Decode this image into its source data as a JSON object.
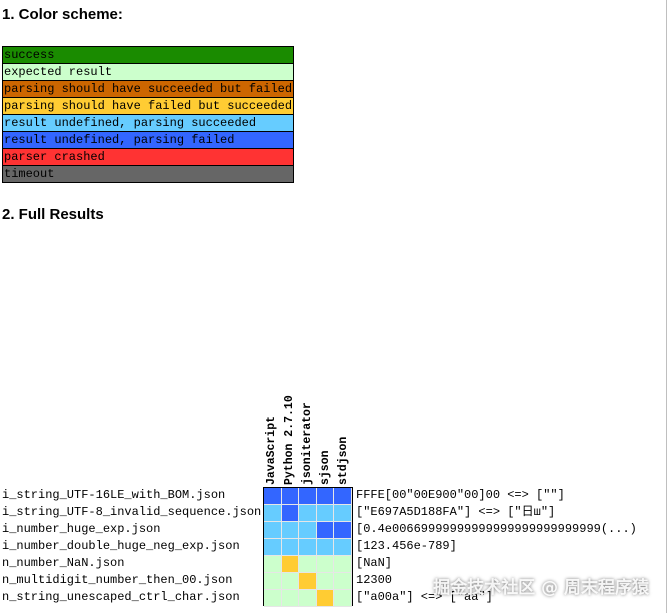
{
  "headings": {
    "color_scheme": "1. Color scheme:",
    "full_results": "2. Full Results"
  },
  "legend": [
    {
      "label": "success",
      "color": "#1a8b00"
    },
    {
      "label": "expected result",
      "color": "#ccffcc"
    },
    {
      "label": "parsing should have succeeded but failed",
      "color": "#cc6600"
    },
    {
      "label": "parsing should have failed but succeeded",
      "color": "#ffcc33"
    },
    {
      "label": "result undefined, parsing succeeded",
      "color": "#66ccff"
    },
    {
      "label": "result undefined, parsing failed",
      "color": "#3366ff"
    },
    {
      "label": "parser crashed",
      "color": "#ff3333"
    },
    {
      "label": "timeout",
      "color": "#666666"
    }
  ],
  "parsers": [
    "JavaScript",
    "Python 2.7.10",
    "jsoniterator",
    "sjson",
    "stdjson"
  ],
  "rows": [
    {
      "file": "i_string_UTF-16LE_with_BOM.json",
      "result": "FFFE[00\"00E900\"00]00 <=> [\"\"]",
      "cells": [
        "#3366ff",
        "#3366ff",
        "#3366ff",
        "#3366ff",
        "#3366ff"
      ]
    },
    {
      "file": "i_string_UTF-8_invalid_sequence.json",
      "result": "[\"E697A5D188FA\"] <=> [\"日ш\"]",
      "cells": [
        "#66ccff",
        "#3366ff",
        "#66ccff",
        "#66ccff",
        "#66ccff"
      ]
    },
    {
      "file": "i_number_huge_exp.json",
      "result": "[0.4e00669999999999999999999999999(...)",
      "cells": [
        "#66ccff",
        "#66ccff",
        "#66ccff",
        "#3366ff",
        "#3366ff"
      ]
    },
    {
      "file": "i_number_double_huge_neg_exp.json",
      "result": "[123.456e-789]",
      "cells": [
        "#66ccff",
        "#66ccff",
        "#66ccff",
        "#66ccff",
        "#66ccff"
      ]
    },
    {
      "file": "n_number_NaN.json",
      "result": "[NaN]",
      "cells": [
        "#ccffcc",
        "#ffcc33",
        "#ccffcc",
        "#ccffcc",
        "#ccffcc"
      ]
    },
    {
      "file": "n_multidigit_number_then_00.json",
      "result": "12300",
      "cells": [
        "#ccffcc",
        "#ccffcc",
        "#ffcc33",
        "#ccffcc",
        "#ccffcc"
      ]
    },
    {
      "file": "n_string_unescaped_ctrl_char.json",
      "result": "[\"a00a\"] <=> [\"aa\"]",
      "cells": [
        "#ccffcc",
        "#ccffcc",
        "#ccffcc",
        "#ffcc33",
        "#ccffcc"
      ]
    }
  ],
  "watermark": "掘金技术社区 @ 周末程序猿"
}
